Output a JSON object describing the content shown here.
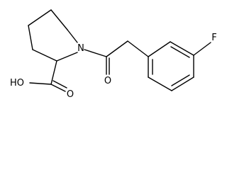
{
  "molecule": {
    "atoms": {
      "nitrogen": "N",
      "carbonyl_oxygen": "O",
      "hydroxyl": "HO",
      "acid_oxygen": "O",
      "fluorine": "F"
    }
  }
}
